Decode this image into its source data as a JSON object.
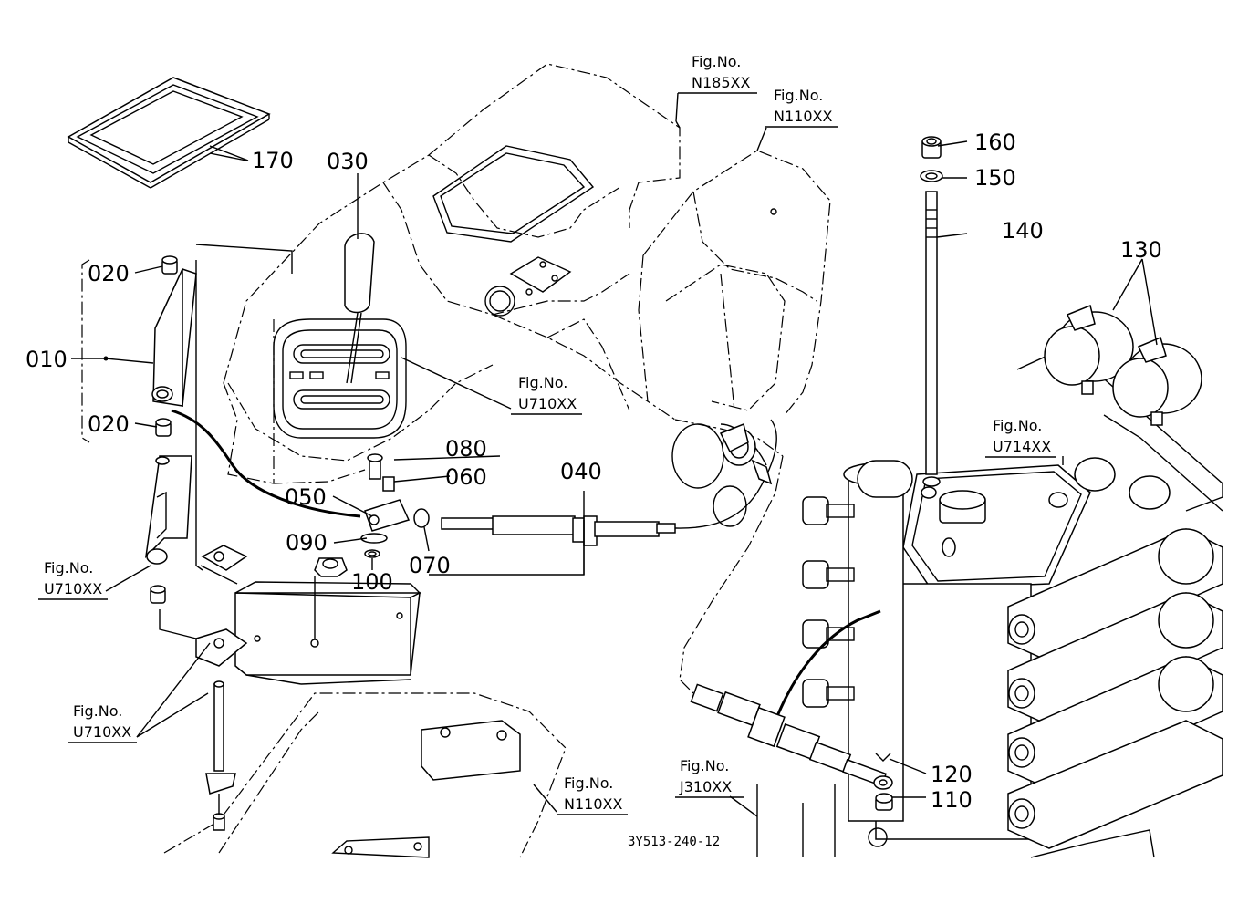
{
  "parts": {
    "p010": "010",
    "p020a": "020",
    "p020b": "020",
    "p030": "030",
    "p040": "040",
    "p050": "050",
    "p060": "060",
    "p070": "070",
    "p080": "080",
    "p090": "090",
    "p100": "100",
    "p110": "110",
    "p120": "120",
    "p130": "130",
    "p140": "140",
    "p150": "150",
    "p160": "160",
    "p170": "170"
  },
  "figs": {
    "fig_prefix": "Fig.No.",
    "n185": "N185XX",
    "n110_top": "N110XX",
    "u710_mid": "U710XX",
    "u714": "U714XX",
    "u710_left": "U710XX",
    "u710_bottom": "U710XX",
    "n110_bottom": "N110XX",
    "j310": "J310XX"
  },
  "drawing_code": "3Y513-240-12"
}
